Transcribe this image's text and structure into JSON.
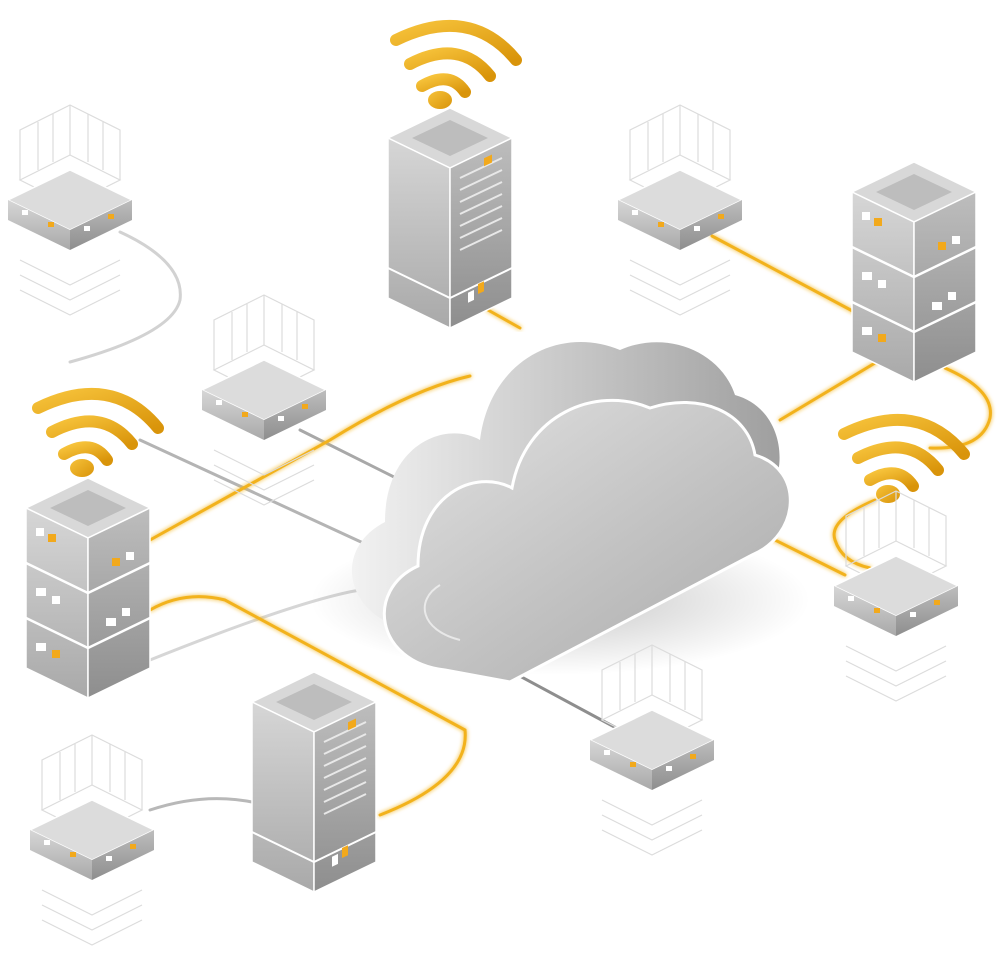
{
  "colors": {
    "background": "#ffffff",
    "accent": "#f2b21c",
    "accent_dark": "#d9940a",
    "link_gray": "#9a9a9a",
    "link_light": "#d2d2d2",
    "device_light": "#dcdcdc",
    "device_mid": "#b3b3b3",
    "device_dark": "#8c8c8c",
    "cloud_front": "#c4c4c4",
    "cloud_side": "#a6a6a6",
    "led_orange": "#f2a91c",
    "led_white": "#ffffff"
  },
  "icons": {
    "cloud": "cloud-icon",
    "wifi": "wifi-signal-icon",
    "server_tower": "server-tower-icon",
    "server_stack": "server-stack-icon",
    "network_switch": "network-switch-icon"
  },
  "nodes": {
    "total": 11,
    "wireless": 3,
    "towers": 2,
    "stacks": 2,
    "switches": 6
  }
}
